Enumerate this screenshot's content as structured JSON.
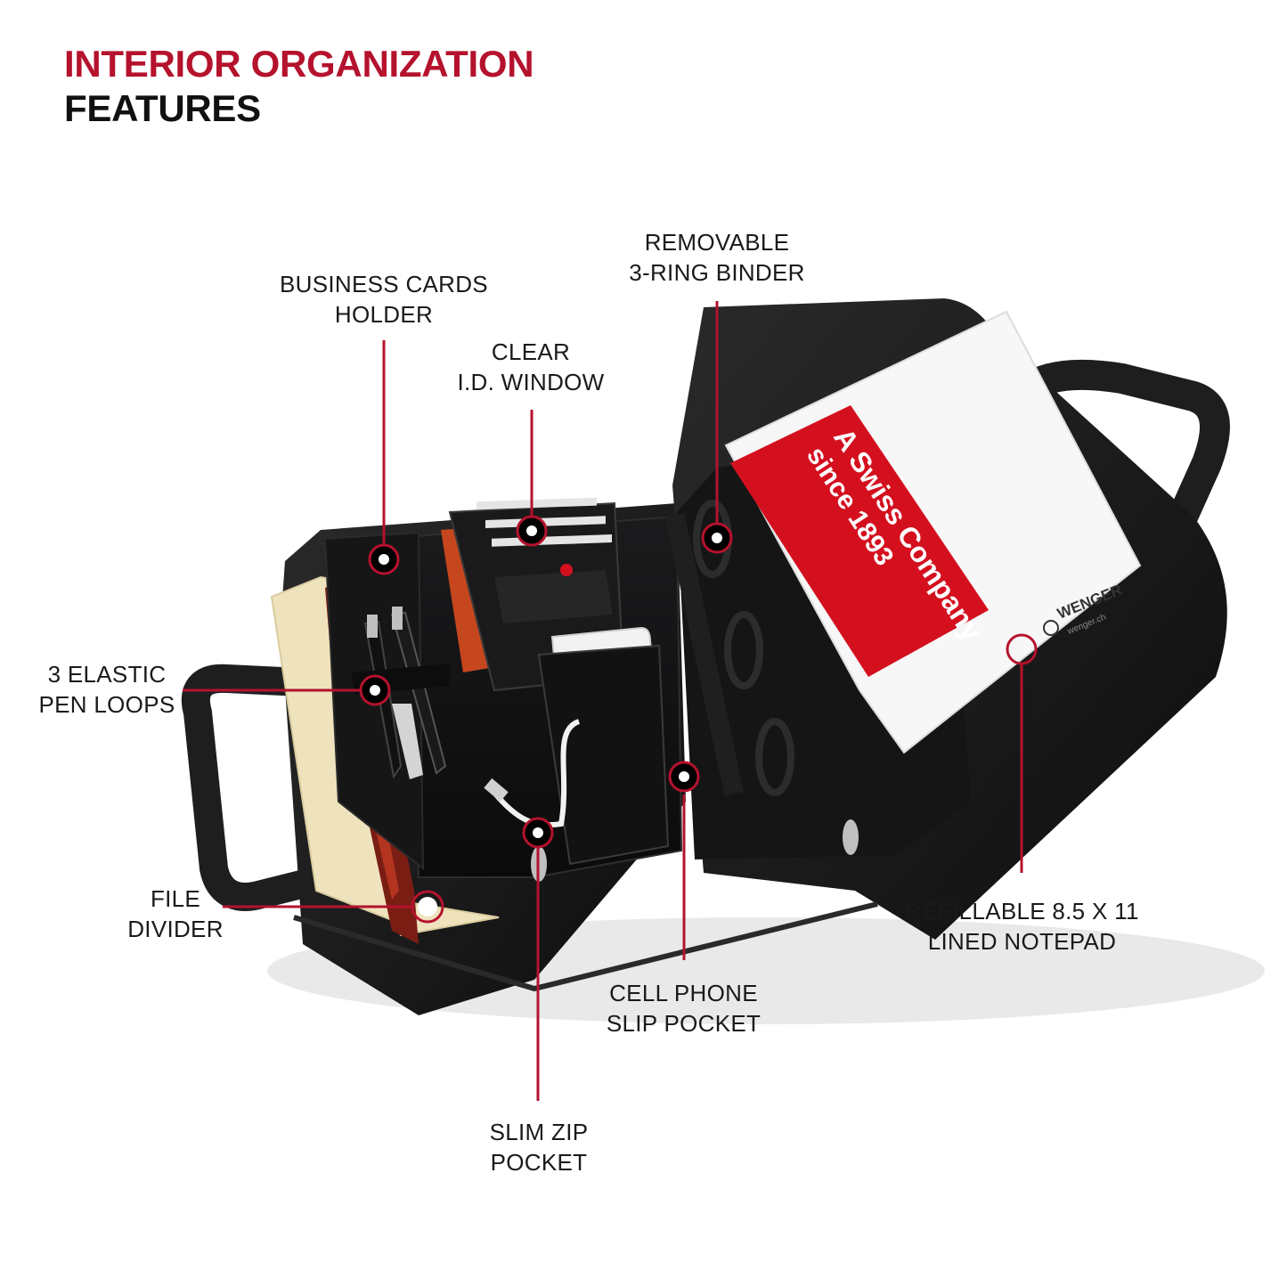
{
  "header": {
    "title_line1": "INTERIOR ORGANIZATION",
    "title_line2": "FEATURES"
  },
  "colors": {
    "accent": "#b5122d",
    "text": "#111111",
    "case_leather": "#1c1c1c",
    "binder_red": "#d4101f",
    "paper": "#f7f7f7",
    "folder_manila": "#efe3bd"
  },
  "product_prints": {
    "binder_slogan_line1": "A Swiss Company",
    "binder_slogan_line2": "since 1893",
    "brand": "WENGER",
    "brand_url": "wenger.ch"
  },
  "callouts": {
    "business_cards": {
      "line1": "BUSINESS CARDS",
      "line2": "HOLDER"
    },
    "id_window": {
      "line1": "CLEAR",
      "line2": "I.D. WINDOW"
    },
    "ring_binder": {
      "line1": "REMOVABLE",
      "line2": "3-RING BINDER"
    },
    "pen_loops": {
      "line1": "3 ELASTIC",
      "line2": "PEN LOOPS"
    },
    "file_divider": {
      "line1": "FILE",
      "line2": "DIVIDER"
    },
    "notepad": {
      "line1": "REFILLABLE 8.5 X 11",
      "line2": "LINED NOTEPAD"
    },
    "phone_pocket": {
      "line1": "CELL PHONE",
      "line2": "SLIP POCKET"
    },
    "zip_pocket": {
      "line1": "SLIM ZIP",
      "line2": "POCKET"
    }
  }
}
